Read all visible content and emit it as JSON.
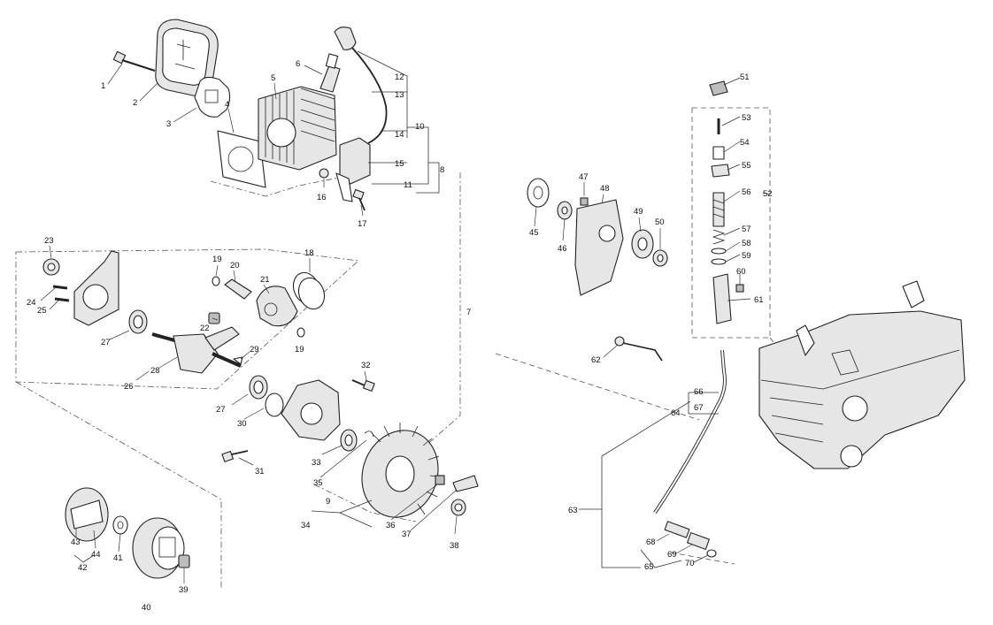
{
  "labels": {
    "n1": "1",
    "n2": "2",
    "n3": "3",
    "n4": "4",
    "n5": "5",
    "n6": "6",
    "n7": "7",
    "n8": "8",
    "n9": "9",
    "n10": "10",
    "n11": "11",
    "n12": "12",
    "n13": "13",
    "n14": "14",
    "n15": "15",
    "n16": "16",
    "n17": "17",
    "n18": "18",
    "n19a": "19",
    "n19b": "19",
    "n20": "20",
    "n21": "21",
    "n22": "22",
    "n23": "23",
    "n24": "24",
    "n25": "25",
    "n26": "26",
    "n27a": "27",
    "n27b": "27",
    "n28": "28",
    "n29": "29",
    "n30": "30",
    "n31": "31",
    "n32": "32",
    "n33": "33",
    "n34": "34",
    "n35": "35",
    "n36": "36",
    "n37": "37",
    "n38": "38",
    "n39": "39",
    "n40": "40",
    "n41": "41",
    "n42": "42",
    "n43": "43",
    "n44": "44",
    "n45": "45",
    "n46": "46",
    "n47": "47",
    "n48": "48",
    "n49": "49",
    "n50": "50",
    "n51": "51",
    "n52": "52",
    "n53": "53",
    "n54": "54",
    "n55": "55",
    "n56": "56",
    "n57": "57",
    "n58": "58",
    "n59": "59",
    "n60": "60",
    "n61": "61",
    "n62": "62",
    "n63": "63",
    "n64": "64",
    "n65": "65",
    "n66": "66",
    "n67": "67",
    "n68": "68",
    "n69": "69",
    "n70": "70"
  }
}
